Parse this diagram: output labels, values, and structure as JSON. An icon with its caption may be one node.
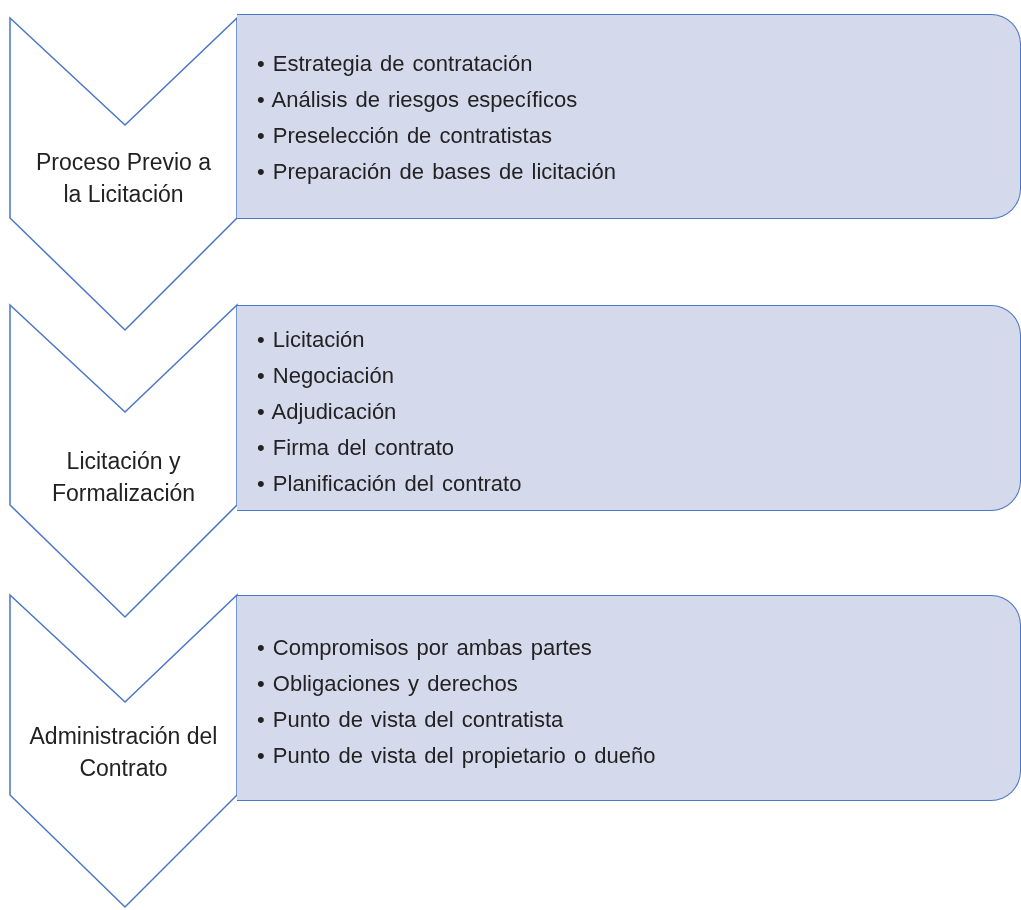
{
  "diagram": {
    "nodes": [
      {
        "text": [
          "Proceso Previo a la Licitación"
        ]
      },
      {
        "text": [
          "• Estrategia de contratación",
          "• Análisis de riesgos específicos",
          "• Preselección de contratistas",
          "• Preparación de bases de licitación"
        ]
      },
      {
        "text": [
          "Licitación y Formalización"
        ]
      },
      {
        "text": [
          "• Licitación",
          "• Negociación",
          "• Adjudicación",
          "• Firma del contrato",
          "• Planificación del contrato"
        ]
      },
      {
        "text": [
          "Administración del Contrato"
        ]
      },
      {
        "text": [
          "• Compromisos por ambas partes",
          "• Obligaciones y derechos",
          "• Punto de vista del contratista",
          "• Punto de vista del propietario o dueño"
        ]
      }
    ]
  }
}
